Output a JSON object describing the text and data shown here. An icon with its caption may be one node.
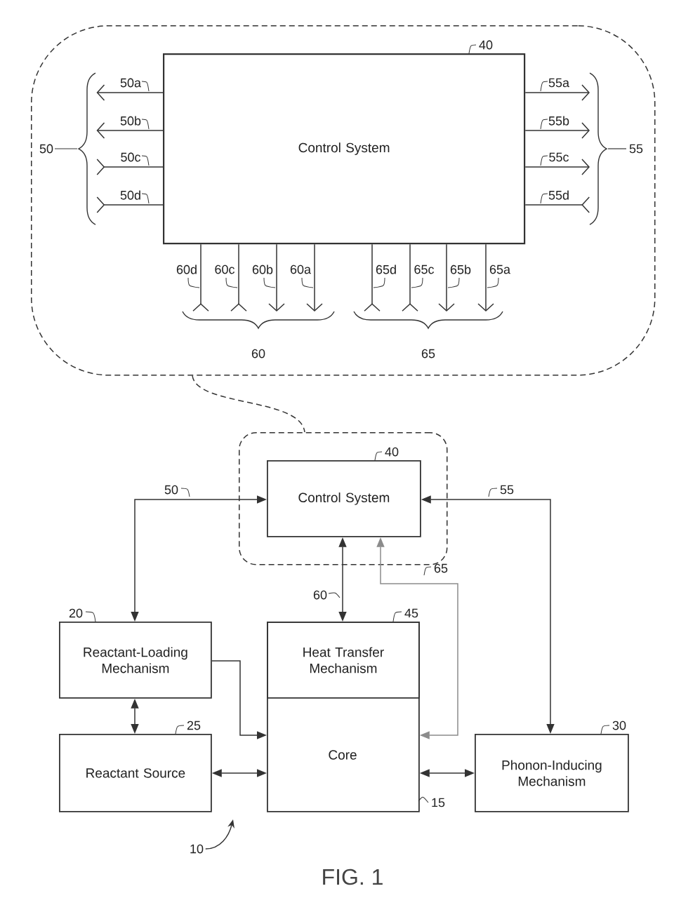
{
  "diagram": {
    "caption": "FIG. 1",
    "nodes": [
      {
        "text": [],
        "shape": "box"
      },
      {
        "text": [
          "Control System"
        ],
        "in": 0,
        "beside": [
          "40"
        ]
      },
      {
        "text": [
          "50"
        ],
        "in": 0
      },
      {
        "text": [
          "55"
        ],
        "in": 0
      },
      {
        "text": [
          "60"
        ],
        "in": 0
      },
      {
        "text": [
          "65"
        ],
        "in": 0
      },
      {
        "text": [],
        "shape": "box"
      },
      {
        "text": [
          "Control System"
        ],
        "in": 6,
        "beside": [
          "40"
        ]
      },
      {
        "text": [
          "Reactant-Loading Mechanism"
        ],
        "beside": [
          "20"
        ]
      },
      {
        "text": [
          "Core"
        ],
        "beside": [
          "15"
        ]
      },
      {
        "text": [
          "Heat Transfer Mechanism"
        ],
        "in": 9,
        "beside": [
          "45"
        ]
      },
      {
        "text": [
          "Reactant Source"
        ],
        "beside": [
          "25"
        ]
      },
      {
        "text": [
          "Phonon-Inducing Mechanism"
        ],
        "beside": [
          "30"
        ]
      },
      {
        "text": [
          "10"
        ]
      }
    ],
    "edges": [
      {
        "from": 1,
        "to": 2,
        "arrow": "to",
        "label": "50a"
      },
      {
        "from": 1,
        "to": 2,
        "arrow": "to",
        "label": "50b"
      },
      {
        "from": 1,
        "to": 2,
        "arrow": "other",
        "label": "50c"
      },
      {
        "from": 1,
        "to": 2,
        "arrow": "other",
        "label": "50d"
      },
      {
        "from": 1,
        "to": 3,
        "arrow": "to",
        "label": "55a"
      },
      {
        "from": 1,
        "to": 3,
        "arrow": "to",
        "label": "55b"
      },
      {
        "from": 1,
        "to": 3,
        "arrow": "to",
        "label": "55c"
      },
      {
        "from": 1,
        "to": 3,
        "arrow": "other",
        "label": "55d"
      },
      {
        "from": 1,
        "to": 4,
        "arrow": "other",
        "label": "60d"
      },
      {
        "from": 1,
        "to": 4,
        "arrow": "other",
        "label": "60c"
      },
      {
        "from": 1,
        "to": 4,
        "arrow": "to",
        "label": "60b"
      },
      {
        "from": 1,
        "to": 4,
        "arrow": "to",
        "label": "60a"
      },
      {
        "from": 1,
        "to": 5,
        "arrow": "other",
        "label": "65d"
      },
      {
        "from": 1,
        "to": 5,
        "arrow": "other",
        "label": "65c"
      },
      {
        "from": 1,
        "to": 5,
        "arrow": "to",
        "label": "65b"
      },
      {
        "from": 1,
        "to": 5,
        "arrow": "to",
        "label": "65a"
      },
      {
        "from": 0,
        "to": 6,
        "arrow": "none",
        "style": "dashed"
      },
      {
        "from": 7,
        "to": 8,
        "arrow": "both",
        "label": "50"
      },
      {
        "from": 7,
        "to": 12,
        "arrow": "both",
        "label": "55"
      },
      {
        "from": 7,
        "to": 10,
        "arrow": "both",
        "label": "60"
      },
      {
        "from": 7,
        "to": 9,
        "arrow": "both",
        "label": "65",
        "color": "#8c8c8c"
      },
      {
        "from": 8,
        "to": 9,
        "arrow": "to"
      },
      {
        "from": 8,
        "to": 11,
        "arrow": "both"
      },
      {
        "from": 11,
        "to": 9,
        "arrow": "both"
      },
      {
        "from": 9,
        "to": 12,
        "arrow": "both"
      },
      {
        "from": 13,
        "to": null,
        "arrow": "to"
      }
    ]
  }
}
